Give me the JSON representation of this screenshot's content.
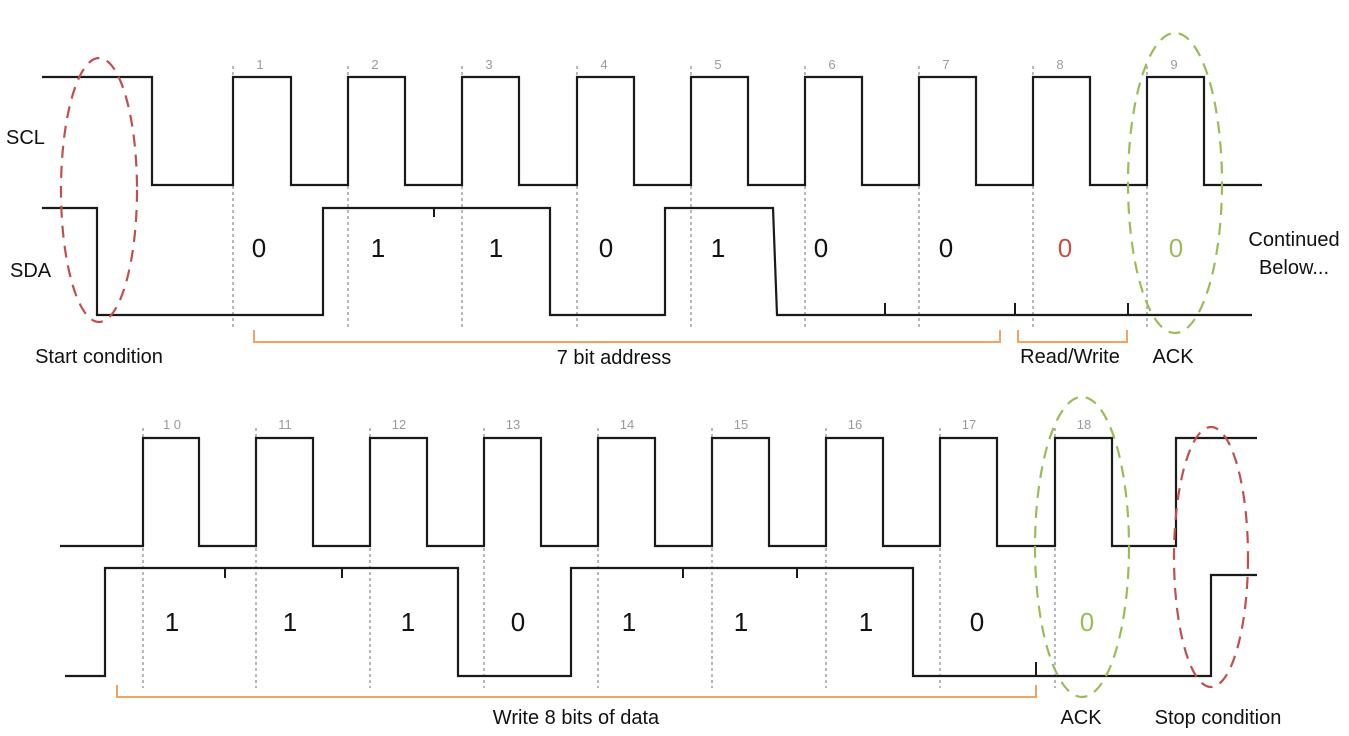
{
  "signals": {
    "scl": "SCL",
    "sda": "SDA"
  },
  "colors": {
    "start_stop": "#c0504d",
    "ack": "#9bbb59",
    "bracket": "#f4a261",
    "rw_bit": "#c0504d"
  },
  "top": {
    "clock_numbers": [
      "1",
      "2",
      "3",
      "4",
      "5",
      "6",
      "7",
      "8",
      "9"
    ],
    "bits": [
      "0",
      "1",
      "1",
      "0",
      "1",
      "0",
      "0",
      "0",
      "0"
    ],
    "start_label": "Start condition",
    "address_label": "7 bit address",
    "rw_label": "Read/Write",
    "ack_label": "ACK",
    "continued_line1": "Continued",
    "continued_line2": "Below..."
  },
  "bottom": {
    "clock_numbers": [
      "1 0",
      "11",
      "12",
      "13",
      "14",
      "15",
      "16",
      "17",
      "18"
    ],
    "bits": [
      "1",
      "1",
      "1",
      "0",
      "1",
      "1",
      "1",
      "0",
      "0"
    ],
    "data_label": "Write 8 bits of data",
    "ack_label": "ACK",
    "stop_label": "Stop condition"
  }
}
